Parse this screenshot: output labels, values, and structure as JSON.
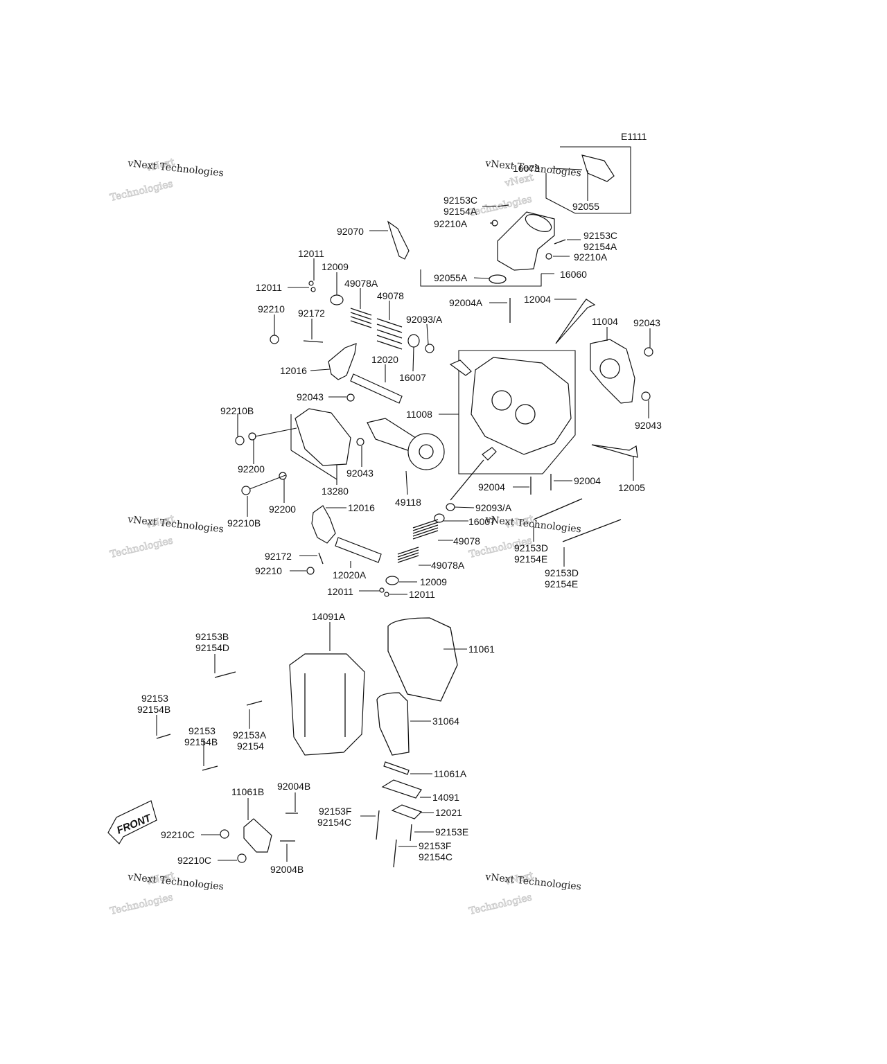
{
  "diagram_code": "E1111",
  "watermark": {
    "line1": "vNext",
    "line2": "Technologies",
    "caption": "vNext Technologies"
  },
  "front_label": "FRONT",
  "labels": [
    {
      "id": "16073",
      "text": "16073"
    },
    {
      "id": "92055",
      "text": "92055"
    },
    {
      "id": "92153C_top",
      "text": "92153C"
    },
    {
      "id": "92154A_top",
      "text": "92154A"
    },
    {
      "id": "92210A_top",
      "text": "92210A"
    },
    {
      "id": "92153C_right",
      "text": "92153C"
    },
    {
      "id": "92154A_right",
      "text": "92154A"
    },
    {
      "id": "92210A_right",
      "text": "92210A"
    },
    {
      "id": "92070",
      "text": "92070"
    },
    {
      "id": "92055A",
      "text": "92055A"
    },
    {
      "id": "16060",
      "text": "16060"
    },
    {
      "id": "12011_a",
      "text": "12011"
    },
    {
      "id": "12009_a",
      "text": "12009"
    },
    {
      "id": "12011_b",
      "text": "12011"
    },
    {
      "id": "49078A_a",
      "text": "49078A"
    },
    {
      "id": "49078_a",
      "text": "49078"
    },
    {
      "id": "92004A",
      "text": "92004A"
    },
    {
      "id": "12004",
      "text": "12004"
    },
    {
      "id": "92210_a",
      "text": "92210"
    },
    {
      "id": "92172_a",
      "text": "92172"
    },
    {
      "id": "92093A_a",
      "text": "92093/A"
    },
    {
      "id": "11004",
      "text": "11004"
    },
    {
      "id": "92043_a",
      "text": "92043"
    },
    {
      "id": "12016_a",
      "text": "12016"
    },
    {
      "id": "12020",
      "text": "12020"
    },
    {
      "id": "16007_a",
      "text": "16007"
    },
    {
      "id": "92043_b",
      "text": "92043"
    },
    {
      "id": "11008",
      "text": "11008"
    },
    {
      "id": "92210B_a",
      "text": "92210B"
    },
    {
      "id": "92043_c",
      "text": "92043"
    },
    {
      "id": "92200_a",
      "text": "92200"
    },
    {
      "id": "92043_d",
      "text": "92043"
    },
    {
      "id": "13280",
      "text": "13280"
    },
    {
      "id": "92004_a",
      "text": "92004"
    },
    {
      "id": "92004_b",
      "text": "92004"
    },
    {
      "id": "12005",
      "text": "12005"
    },
    {
      "id": "49118",
      "text": "49118"
    },
    {
      "id": "92200_b",
      "text": "92200"
    },
    {
      "id": "92210B_b",
      "text": "92210B"
    },
    {
      "id": "92093A_b",
      "text": "92093/A"
    },
    {
      "id": "12016_b",
      "text": "12016"
    },
    {
      "id": "16007_b",
      "text": "16007"
    },
    {
      "id": "49078_b",
      "text": "49078"
    },
    {
      "id": "92153D_a",
      "text": "92153D"
    },
    {
      "id": "92154E_a",
      "text": "92154E"
    },
    {
      "id": "92172_b",
      "text": "92172"
    },
    {
      "id": "49078A_b",
      "text": "49078A"
    },
    {
      "id": "92153D_b",
      "text": "92153D"
    },
    {
      "id": "92154E_b",
      "text": "92154E"
    },
    {
      "id": "92210_b",
      "text": "92210"
    },
    {
      "id": "12020A",
      "text": "12020A"
    },
    {
      "id": "12009_b",
      "text": "12009"
    },
    {
      "id": "12011_c",
      "text": "12011"
    },
    {
      "id": "12011_d",
      "text": "12011"
    },
    {
      "id": "14091A",
      "text": "14091A"
    },
    {
      "id": "92153B",
      "text": "92153B"
    },
    {
      "id": "92154D",
      "text": "92154D"
    },
    {
      "id": "11061",
      "text": "11061"
    },
    {
      "id": "92153_a",
      "text": "92153"
    },
    {
      "id": "92154B_a",
      "text": "92154B"
    },
    {
      "id": "31064",
      "text": "31064"
    },
    {
      "id": "92153_b",
      "text": "92153"
    },
    {
      "id": "92154B_b",
      "text": "92154B"
    },
    {
      "id": "92153A",
      "text": "92153A"
    },
    {
      "id": "92154",
      "text": "92154"
    },
    {
      "id": "11061A",
      "text": "11061A"
    },
    {
      "id": "11061B",
      "text": "11061B"
    },
    {
      "id": "92004B_a",
      "text": "92004B"
    },
    {
      "id": "14091",
      "text": "14091"
    },
    {
      "id": "92153F_a",
      "text": "92153F"
    },
    {
      "id": "92154C_a",
      "text": "92154C"
    },
    {
      "id": "12021",
      "text": "12021"
    },
    {
      "id": "92210C_a",
      "text": "92210C"
    },
    {
      "id": "92153E",
      "text": "92153E"
    },
    {
      "id": "92153F_b",
      "text": "92153F"
    },
    {
      "id": "92154C_b",
      "text": "92154C"
    },
    {
      "id": "92210C_b",
      "text": "92210C"
    },
    {
      "id": "92004B_b",
      "text": "92004B"
    }
  ]
}
